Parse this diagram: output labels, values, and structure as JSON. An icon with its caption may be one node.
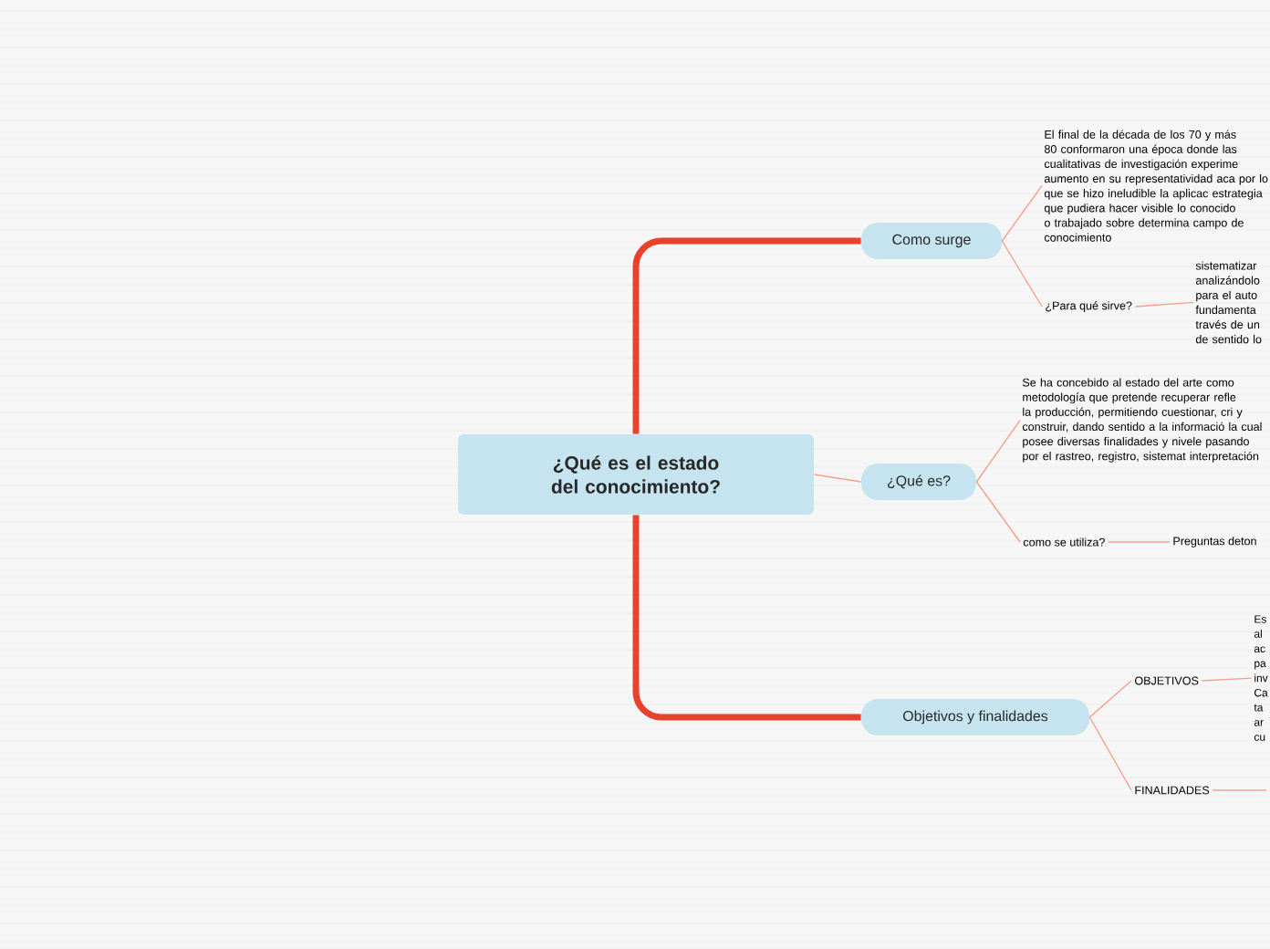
{
  "diagram": {
    "nodes": [
      {
        "text": [
          "¿Qué es el estado del conocimiento?"
        ]
      },
      {
        "text": [
          "Como surge"
        ]
      },
      {
        "text": [
          "El final de la década de los 70 y más 80 conformaron una época donde las cualitativas de investigación experime aumento en su representatividad aca por lo que se hizo ineludible la aplicac estrategia que pudiera hacer visible lo conocido o trabajado sobre determina campo de conocimiento"
        ]
      },
      {
        "text": [
          "¿Para qué sirve?"
        ]
      },
      {
        "text": [
          "sistematizar analizándolo para el auto fundamenta través de un de sentido lo"
        ]
      },
      {
        "text": [
          "¿Qué es?"
        ]
      },
      {
        "text": [
          "Se ha concebido al estado del arte como metodología que pretende recuperar refle la producción, permitiendo cuestionar, cri y construir, dando sentido a la informació la cual posee diversas finalidades y nivele pasando por el rastreo, registro, sistemat interpretación"
        ]
      },
      {
        "text": [
          "como se utiliza?"
        ]
      },
      {
        "text": [
          "Preguntas deton"
        ]
      },
      {
        "text": [
          "Objetivos y finalidades"
        ]
      },
      {
        "text": [
          "OBJETIVOS"
        ]
      },
      {
        "text": [
          "Es al ac pa inv Ca ta ar cu"
        ]
      },
      {
        "text": [
          "FINALIDADES"
        ]
      }
    ],
    "edges": [
      {
        "from": 0,
        "to": 1,
        "arrow": "none",
        "style": "thick",
        "color": "#e8412c"
      },
      {
        "from": 1,
        "to": 2,
        "arrow": "none"
      },
      {
        "from": 1,
        "to": 3,
        "arrow": "none"
      },
      {
        "from": 3,
        "to": 4,
        "arrow": "none"
      },
      {
        "from": 0,
        "to": 5,
        "arrow": "none"
      },
      {
        "from": 5,
        "to": 6,
        "arrow": "none"
      },
      {
        "from": 5,
        "to": 7,
        "arrow": "none"
      },
      {
        "from": 7,
        "to": 8,
        "arrow": "none"
      },
      {
        "from": 0,
        "to": 9,
        "arrow": "none",
        "style": "thick",
        "color": "#e8412c"
      },
      {
        "from": 9,
        "to": 10,
        "arrow": "none"
      },
      {
        "from": 10,
        "to": 11,
        "arrow": "none"
      },
      {
        "from": 9,
        "to": 12,
        "arrow": "none"
      },
      {
        "from": 12,
        "to": null,
        "arrow": "none"
      }
    ]
  }
}
